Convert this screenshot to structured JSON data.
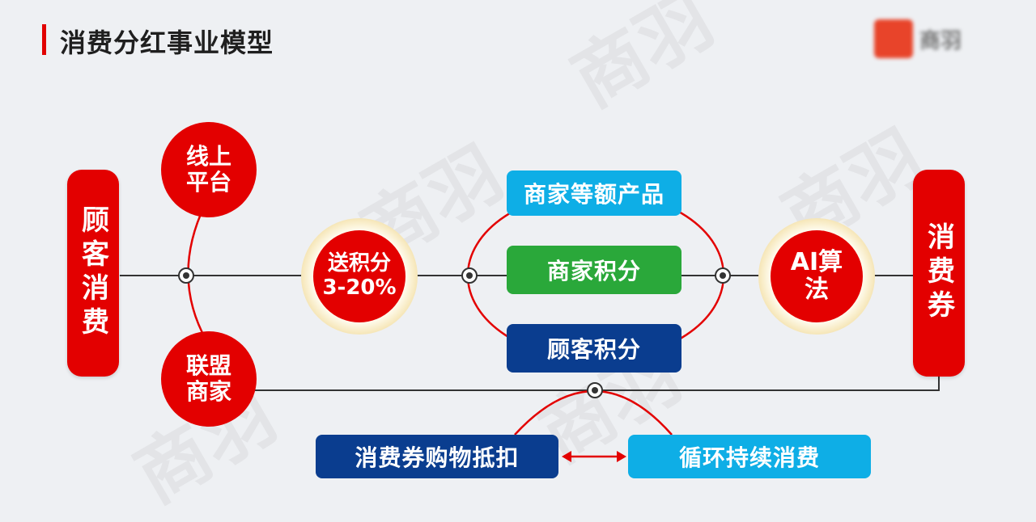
{
  "title": "消费分红事业模型",
  "logo_text": "商羽",
  "watermark": "商羽",
  "left_pill": "顾客消费",
  "right_pill": "消费券",
  "circle_top": "线上平台",
  "circle_bottom": "联盟商家",
  "gold_left": "送积分3-20%",
  "gold_right": "AI算法",
  "box_top": "商家等额产品",
  "box_middle": "商家积分",
  "box_bottom": "顾客积分",
  "bottom_left": "消费券购物抵扣",
  "bottom_right": "循环持续消费",
  "colors": {
    "red": "#e30000",
    "light_blue": "#0eaee6",
    "green": "#2aa83a",
    "navy": "#0a3d8f",
    "gold": "#e9cf87"
  }
}
